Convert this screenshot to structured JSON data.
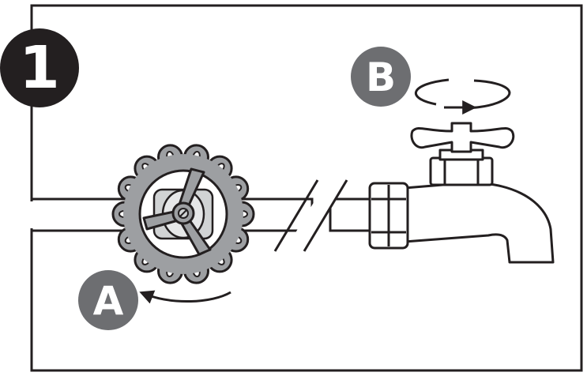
{
  "step": {
    "number": "1",
    "color": "#231f20"
  },
  "labels": {
    "a": "A",
    "b": "B",
    "badge_color": "#6d6e71"
  },
  "colors": {
    "outline": "#231f20",
    "valve_wheel": "#9d9fa2",
    "valve_body": "#d1d3d4",
    "pipe": "#ffffff"
  },
  "icons": {
    "valve": "gate-valve-handwheel-icon",
    "faucet": "hose-bib-faucet-icon",
    "rotate_a": "counterclockwise-arrow-icon",
    "rotate_b": "clockwise-rotation-arrow-icon"
  }
}
